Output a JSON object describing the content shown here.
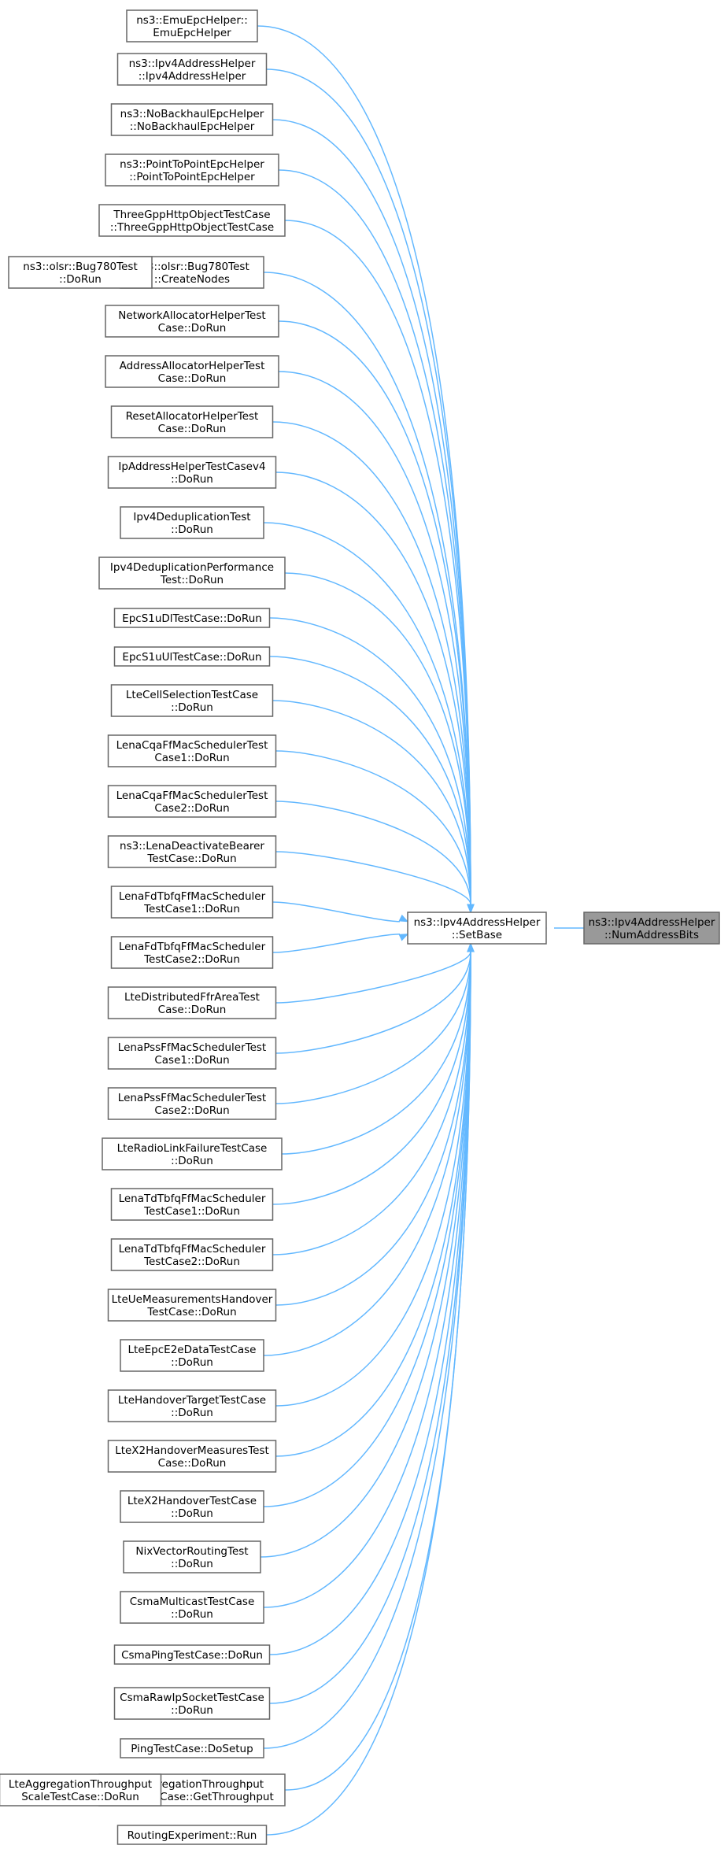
{
  "graph": {
    "colors": {
      "edge": "#63b8ff",
      "node_border": "#666666",
      "focus_fill": "#999999",
      "background": "#ffffff"
    },
    "focus": {
      "id": "numaddressbits",
      "lines": [
        "ns3::Ipv4AddressHelper",
        "::NumAddressBits"
      ]
    },
    "center": {
      "id": "setbase",
      "lines": [
        "ns3::Ipv4AddressHelper",
        "::SetBase"
      ]
    },
    "callers": [
      {
        "id": "emuepchelper",
        "lines": [
          "ns3::EmuEpcHelper::",
          "EmuEpcHelper"
        ]
      },
      {
        "id": "ipv4addresshelper",
        "lines": [
          "ns3::Ipv4AddressHelper",
          "::Ipv4AddressHelper"
        ]
      },
      {
        "id": "nobackhaulepchelper",
        "lines": [
          "ns3::NoBackhaulEpcHelper",
          "::NoBackhaulEpcHelper"
        ]
      },
      {
        "id": "pointtopointepchelper",
        "lines": [
          "ns3::PointToPointEpcHelper",
          "::PointToPointEpcHelper"
        ]
      },
      {
        "id": "threegpphttpobjecttestcase",
        "lines": [
          "ThreeGppHttpObjectTestCase",
          "::ThreeGppHttpObjectTestCase"
        ]
      },
      {
        "id": "bug780-createnodes",
        "lines": [
          "ns3::olsr::Bug780Test",
          "::CreateNodes"
        ]
      },
      {
        "id": "networkallocatorhelpertestcase",
        "lines": [
          "NetworkAllocatorHelperTest",
          "Case::DoRun"
        ]
      },
      {
        "id": "addressallocatorhelpertestcase",
        "lines": [
          "AddressAllocatorHelperTest",
          "Case::DoRun"
        ]
      },
      {
        "id": "resetallocatorhelpertestcase",
        "lines": [
          "ResetAllocatorHelperTest",
          "Case::DoRun"
        ]
      },
      {
        "id": "ipaddresshelpertestcasev4",
        "lines": [
          "IpAddressHelperTestCasev4",
          "::DoRun"
        ]
      },
      {
        "id": "ipv4deduplicationtest",
        "lines": [
          "Ipv4DeduplicationTest",
          "::DoRun"
        ]
      },
      {
        "id": "ipv4deduplicationperformancetest",
        "lines": [
          "Ipv4DeduplicationPerformance",
          "Test::DoRun"
        ]
      },
      {
        "id": "epcs1udltestcase",
        "lines": [
          "EpcS1uDlTestCase::DoRun"
        ]
      },
      {
        "id": "epcs1uultestcase",
        "lines": [
          "EpcS1uUlTestCase::DoRun"
        ]
      },
      {
        "id": "ltecellselectiontestcase",
        "lines": [
          "LteCellSelectionTestCase",
          "::DoRun"
        ]
      },
      {
        "id": "lenacqaffmacschedulertestcase1",
        "lines": [
          "LenaCqaFfMacSchedulerTest",
          "Case1::DoRun"
        ]
      },
      {
        "id": "lenacqaffmacschedulertestcase2",
        "lines": [
          "LenaCqaFfMacSchedulerTest",
          "Case2::DoRun"
        ]
      },
      {
        "id": "lenadeactivatebearertestcase",
        "lines": [
          "ns3::LenaDeactivateBearer",
          "TestCase::DoRun"
        ]
      },
      {
        "id": "lenafdtbfqffmacschedulertestcase1",
        "lines": [
          "LenaFdTbfqFfMacScheduler",
          "TestCase1::DoRun"
        ]
      },
      {
        "id": "lenafdtbfqffmacschedulertestcase2",
        "lines": [
          "LenaFdTbfqFfMacScheduler",
          "TestCase2::DoRun"
        ]
      },
      {
        "id": "ltedistributedffrareatestcase",
        "lines": [
          "LteDistributedFfrAreaTest",
          "Case::DoRun"
        ]
      },
      {
        "id": "lenapssffmacschedulertestcase1",
        "lines": [
          "LenaPssFfMacSchedulerTest",
          "Case1::DoRun"
        ]
      },
      {
        "id": "lenapssffmacschedulertestcase2",
        "lines": [
          "LenaPssFfMacSchedulerTest",
          "Case2::DoRun"
        ]
      },
      {
        "id": "lteradiolinkfailuretestcase",
        "lines": [
          "LteRadioLinkFailureTestCase",
          "::DoRun"
        ]
      },
      {
        "id": "lenatdtbfqffmacschedulertestcase1",
        "lines": [
          "LenaTdTbfqFfMacScheduler",
          "TestCase1::DoRun"
        ]
      },
      {
        "id": "lenatdtbfqffmacschedulertestcase2",
        "lines": [
          "LenaTdTbfqFfMacScheduler",
          "TestCase2::DoRun"
        ]
      },
      {
        "id": "ltemeasurementshandovertestcase",
        "lines": [
          "LteUeMeasurementsHandover",
          "TestCase::DoRun"
        ]
      },
      {
        "id": "lteepce2edatatestcase",
        "lines": [
          "LteEpcE2eDataTestCase",
          "::DoRun"
        ]
      },
      {
        "id": "ltehandovertargettestcase",
        "lines": [
          "LteHandoverTargetTestCase",
          "::DoRun"
        ]
      },
      {
        "id": "ltex2handovermeasurestestcase",
        "lines": [
          "LteX2HandoverMeasuresTest",
          "Case::DoRun"
        ]
      },
      {
        "id": "ltex2handovertestcase",
        "lines": [
          "LteX2HandoverTestCase",
          "::DoRun"
        ]
      },
      {
        "id": "nixvectorroutingtest",
        "lines": [
          "NixVectorRoutingTest",
          "::DoRun"
        ]
      },
      {
        "id": "csmamulticasttestcase",
        "lines": [
          "CsmaMulticastTestCase",
          "::DoRun"
        ]
      },
      {
        "id": "csmapingtestcase",
        "lines": [
          "CsmaPingTestCase::DoRun"
        ]
      },
      {
        "id": "csmarawipsockettestcase",
        "lines": [
          "CsmaRawIpSocketTestCase",
          "::DoRun"
        ]
      },
      {
        "id": "pingtestcase",
        "lines": [
          "PingTestCase::DoSetup"
        ]
      },
      {
        "id": "lteaggregationthroughput-getthroughput",
        "lines": [
          "LteAggregationThroughput",
          "ScaleTestCase::GetThroughput"
        ]
      },
      {
        "id": "routingexperiment",
        "lines": [
          "RoutingExperiment::Run"
        ]
      }
    ],
    "secondary": [
      {
        "id": "bug780-dorun",
        "target": "bug780-createnodes",
        "lines": [
          "ns3::olsr::Bug780Test",
          "::DoRun"
        ]
      },
      {
        "id": "lteaggregationthroughput-dorun",
        "target": "lteaggregationthroughput-getthroughput",
        "lines": [
          "LteAggregationThroughput",
          "ScaleTestCase::DoRun"
        ]
      }
    ]
  }
}
